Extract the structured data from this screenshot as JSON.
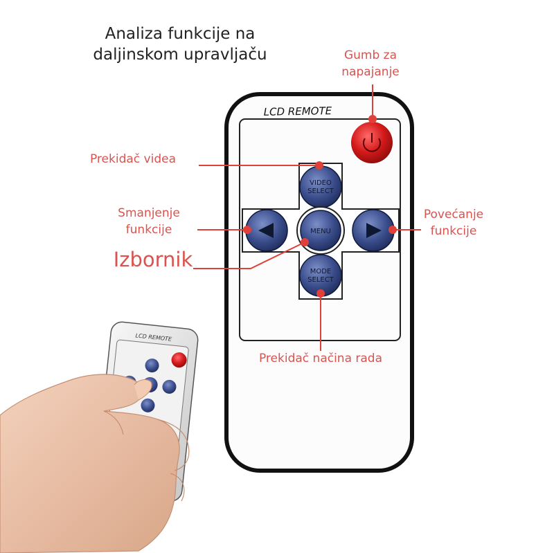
{
  "title": {
    "line1": "Analiza funkcije na",
    "line2": "daljinskom upravljaču"
  },
  "remote": {
    "header": "LCD REMOTE",
    "buttons": {
      "video_select": [
        "VIDEO",
        "SELECT"
      ],
      "menu": "MENU",
      "mode_select": [
        "MODE",
        "SELECT"
      ]
    }
  },
  "small_remote": {
    "header": "LCD REMOTE"
  },
  "labels": {
    "power": [
      "Gumb za",
      "napajanje"
    ],
    "video": "Prekidač videa",
    "decrease": [
      "Smanjenje",
      "funkcije"
    ],
    "increase": [
      "Povećanje",
      "funkcije"
    ],
    "menu": "Izbornik",
    "mode": "Prekidač načina rada"
  },
  "colors": {
    "accent": "#d9534f",
    "power_button": "#d41a1a",
    "nav_button": "#2e3f7a"
  }
}
